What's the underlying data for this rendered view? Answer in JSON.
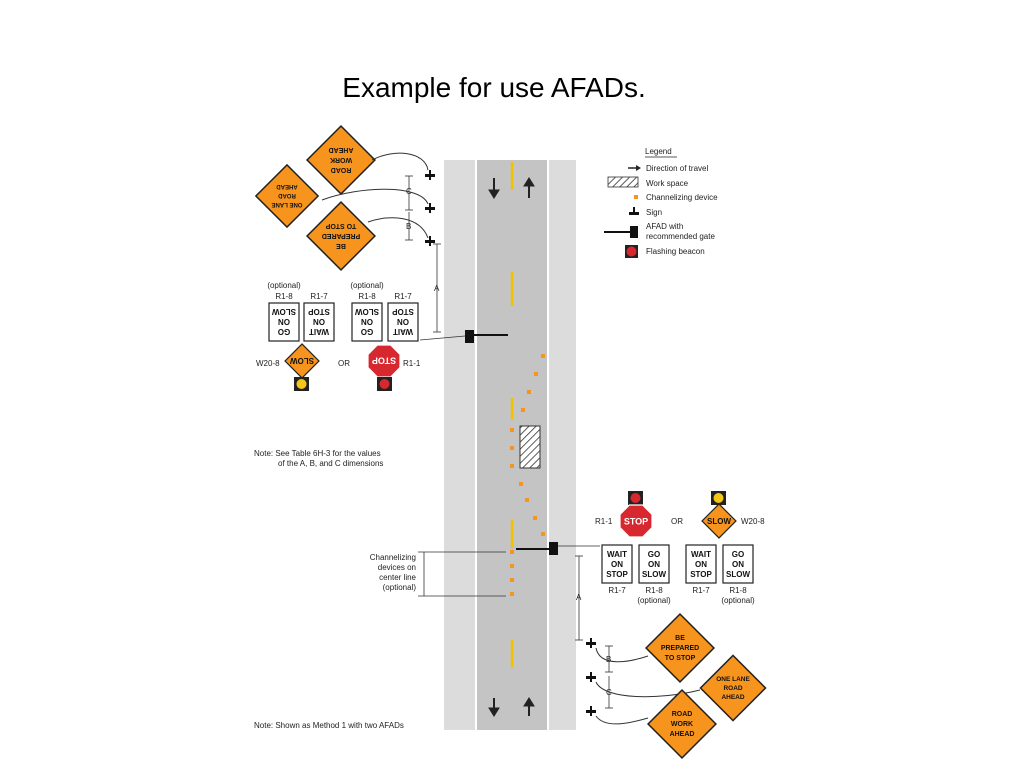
{
  "slide": {
    "title": "Example for use AFADs."
  },
  "legend": {
    "title": "Legend",
    "items": [
      {
        "icon": "arrow-right-icon",
        "label": "Direction of travel"
      },
      {
        "icon": "hatched-box-icon",
        "label": "Work space"
      },
      {
        "icon": "orange-dot-icon",
        "label": "Channelizing device"
      },
      {
        "icon": "sign-icon",
        "label": "Sign"
      },
      {
        "icon": "afad-gate-icon",
        "label_line1": "AFAD with",
        "label_line2": "recommended gate"
      },
      {
        "icon": "flashing-beacon-icon",
        "label": "Flashing beacon"
      }
    ]
  },
  "warning_signs": {
    "road_work_ahead": [
      "ROAD",
      "WORK",
      "AHEAD"
    ],
    "one_lane_road_ahead": [
      "ONE LANE",
      "ROAD",
      "AHEAD"
    ],
    "be_prepared_to_stop": [
      "BE",
      "PREPARED",
      "TO STOP"
    ]
  },
  "paddle_signs": {
    "r1_7": [
      "WAIT",
      "ON",
      "STOP"
    ],
    "r1_8": [
      "GO",
      "ON",
      "SLOW"
    ],
    "stop": "STOP",
    "slow": "SLOW"
  },
  "labels": {
    "optional": "(optional)",
    "r1_8": "R1-8",
    "r1_7": "R1-7",
    "r1_1": "R1-1",
    "w20_8": "W20-8",
    "or": "OR",
    "dim_a": "A",
    "dim_b": "B",
    "dim_c": "C"
  },
  "notes": {
    "table_line1": "Note: See Table 6H-3 for the values",
    "table_line2": "of the A, B, and C dimensions",
    "method": "Note: Shown as Method 1 with two AFADs"
  },
  "channelizing_note": [
    "Channelizing",
    "devices on",
    "center line",
    "(optional)"
  ],
  "colors": {
    "warning_orange": "#f7941d",
    "stop_red": "#d7282f",
    "beacon_yellow": "#f5c518",
    "road_gray": "#c4c4c4",
    "shoulder_gray": "#dcdcdc",
    "centerline_yellow": "#f2c200",
    "channelizer_orange": "#f7941d"
  }
}
